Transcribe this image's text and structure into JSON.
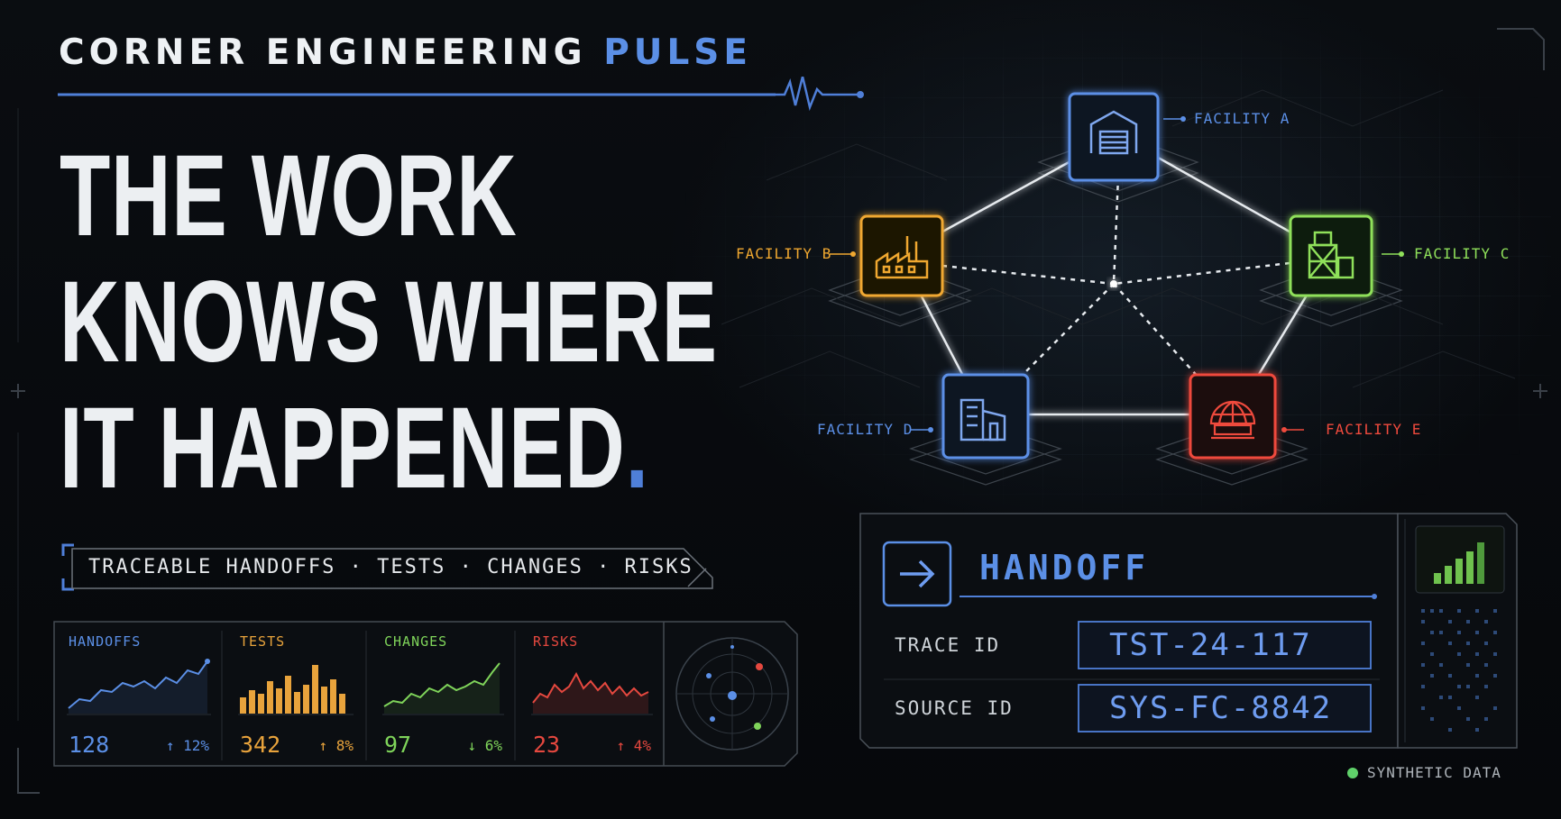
{
  "brand": {
    "prefix": "CORNER ENGINEERING",
    "accent": "PULSE"
  },
  "headline": {
    "line1": "THE WORK",
    "line2": "KNOWS WHERE",
    "line3": "IT HAPPENED",
    "period": "."
  },
  "tagline": "TRACEABLE HANDOFFS · TESTS · CHANGES · RISKS",
  "metrics": [
    {
      "label": "HANDOFFS",
      "value": "128",
      "delta": "↑ 12%",
      "color": "#5b8fe6"
    },
    {
      "label": "TESTS",
      "value": "342",
      "delta": "↑ 8%",
      "color": "#e8a33c"
    },
    {
      "label": "CHANGES",
      "value": "97",
      "delta": "↓ 6%",
      "color": "#7fd45a"
    },
    {
      "label": "RISKS",
      "value": "23",
      "delta": "↑ 4%",
      "color": "#e5483f"
    }
  ],
  "facilities": [
    {
      "label": "FACILITY A",
      "color": "#5b8fe6",
      "icon": "warehouse-icon"
    },
    {
      "label": "FACILITY B",
      "color": "#f0a830",
      "icon": "factory-icon"
    },
    {
      "label": "FACILITY C",
      "color": "#8fe05a",
      "icon": "construction-scaffold-icon"
    },
    {
      "label": "FACILITY D",
      "color": "#5b8fe6",
      "icon": "office-building-icon"
    },
    {
      "label": "FACILITY E",
      "color": "#ef4a3d",
      "icon": "dome-observatory-icon"
    }
  ],
  "handoff": {
    "title": "HANDOFF",
    "trace_label": "TRACE ID",
    "trace_value": "TST-24-117",
    "source_label": "SOURCE ID",
    "source_value": "SYS-FC-8842"
  },
  "footer": {
    "synthetic": "SYNTHETIC DATA"
  },
  "colors": {
    "accent": "#5b8fe6",
    "background": "#07090c",
    "text": "#eceff2"
  }
}
